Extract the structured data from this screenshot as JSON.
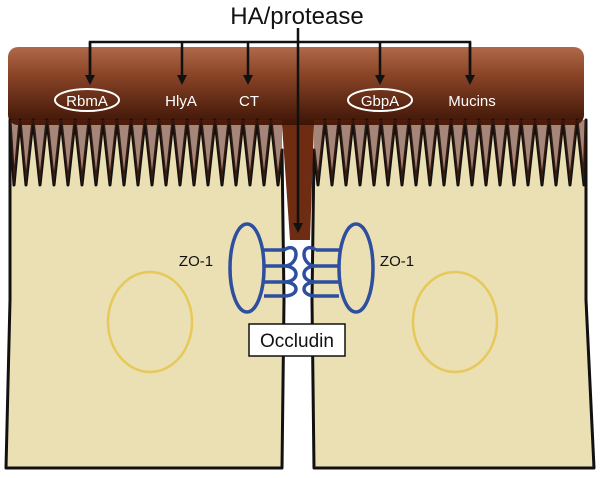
{
  "title": "HA/protease",
  "targets": [
    "RbmA",
    "HlyA",
    "CT",
    "GbpA",
    "Mucins"
  ],
  "junction": {
    "left_label": "ZO-1",
    "right_label": "ZO-1",
    "occludin_label": "Occludin"
  },
  "colors": {
    "mucus_light": "#a35f3e",
    "mucus_dark": "#4a1a0a",
    "cell_fill": "#ebdfb4",
    "cell_stroke": "#111111",
    "nucleus": "#e6c95a",
    "junction_blue": "#2d4f9e",
    "arrow": "#111111"
  }
}
